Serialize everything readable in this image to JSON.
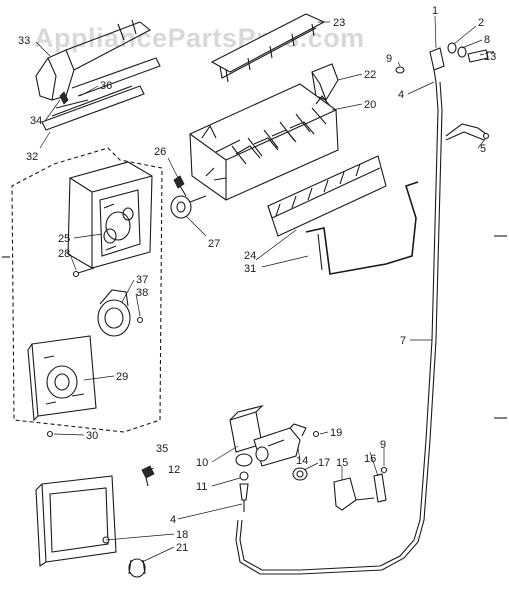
{
  "watermark": "AppliancePartsPros.com",
  "callouts": {
    "c1": "1",
    "c2": "2",
    "c8": "8",
    "c13": "13",
    "c23": "23",
    "c33": "33",
    "c36": "36",
    "c34": "34",
    "c32": "32",
    "c9a": "9",
    "c22": "22",
    "c4a": "4",
    "c20": "20",
    "c5": "5",
    "c26": "26",
    "c27": "27",
    "c25": "25",
    "c28": "28",
    "c24": "24",
    "c31": "31",
    "c37": "37",
    "c38": "38",
    "c7": "7",
    "c29": "29",
    "c30": "30",
    "c35": "35",
    "c19": "19",
    "c12": "12",
    "c10": "10",
    "c11": "11",
    "c14": "14",
    "c17": "17",
    "c15": "15",
    "c16": "16",
    "c9b": "9",
    "c4b": "4",
    "c18": "18",
    "c21": "21"
  }
}
